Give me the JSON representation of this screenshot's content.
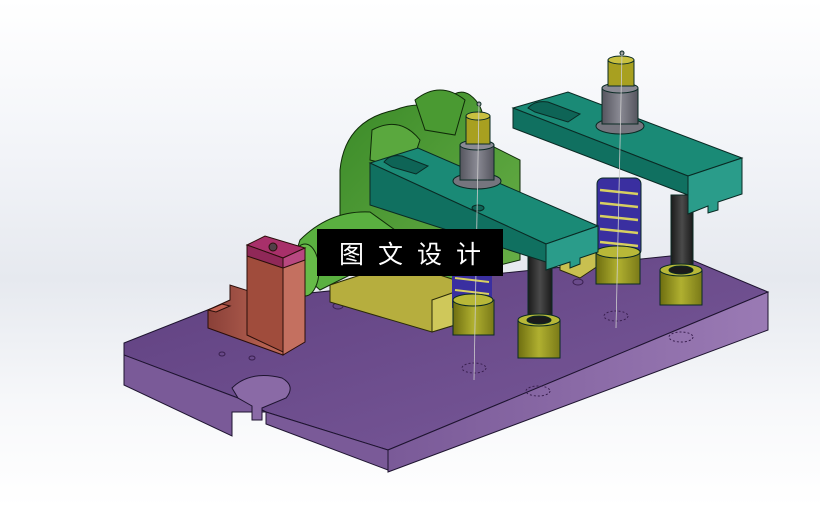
{
  "scene": {
    "type": "3D CAD model render",
    "subject": "fixture assembly with base plate, two strap clamps, springs, studs and hex nuts"
  },
  "watermark": {
    "text": "图文设计"
  },
  "colors": {
    "background_top": "#ffffff",
    "background_mid": "#e6e9ef",
    "base_plate_top": "#6a4a8a",
    "base_plate_side": "#8a6aa6",
    "base_plate_edge": "#1e1430",
    "clamp_strap": "#11806e",
    "clamp_strap_light": "#2a9a88",
    "workpiece_green": "#4f9a35",
    "support_block_yellow": "#b8b040",
    "hex_nut_olive": "#9a9a20",
    "spring_blue": "#3a2fa0",
    "stud_gray": "#6a6a72",
    "stud_black": "#2a2a2a",
    "locator_block_brown": "#b05a48",
    "locator_cap_magenta": "#a0306a",
    "watermark_bg": "#000000",
    "watermark_text": "#ffffff"
  }
}
